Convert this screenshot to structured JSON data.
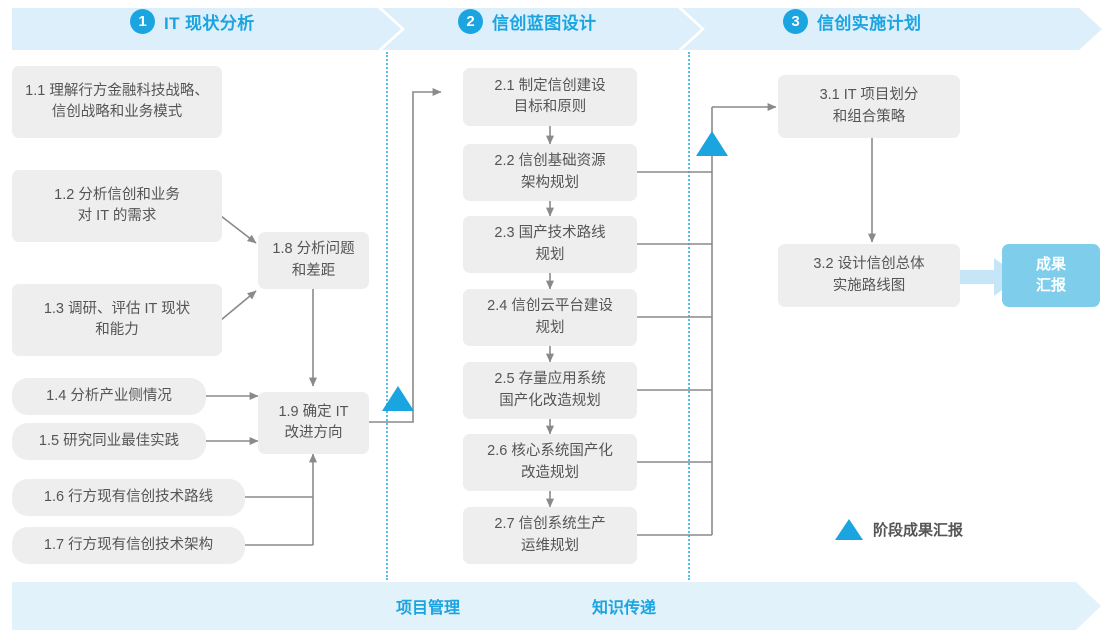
{
  "phases": [
    {
      "number": "1",
      "title": "IT 现状分析"
    },
    {
      "number": "2",
      "title": "信创蓝图设计"
    },
    {
      "number": "3",
      "title": "信创实施计划"
    }
  ],
  "phase1_inputs": [
    {
      "id": "1.1",
      "label": "1.1 理解行方金融科技战略、\n信创战略和业务模式"
    },
    {
      "id": "1.2",
      "label": "1.2 分析信创和业务\n对 IT 的需求"
    },
    {
      "id": "1.3",
      "label": "1.3 调研、评估 IT 现状\n和能力"
    },
    {
      "id": "1.4",
      "label": "1.4 分析产业侧情况"
    },
    {
      "id": "1.5",
      "label": "1.5 研究同业最佳实践"
    },
    {
      "id": "1.6",
      "label": "1.6 行方现有信创技术路线"
    },
    {
      "id": "1.7",
      "label": "1.7 行方现有信创技术架构"
    }
  ],
  "phase1_outputs": [
    {
      "id": "1.8",
      "label": "1.8 分析问题\n和差距"
    },
    {
      "id": "1.9",
      "label": "1.9 确定 IT\n改进方向"
    }
  ],
  "phase2_steps": [
    {
      "id": "2.1",
      "label": "2.1 制定信创建设\n目标和原则"
    },
    {
      "id": "2.2",
      "label": "2.2 信创基础资源\n架构规划"
    },
    {
      "id": "2.3",
      "label": "2.3 国产技术路线\n规划"
    },
    {
      "id": "2.4",
      "label": "2.4 信创云平台建设\n规划"
    },
    {
      "id": "2.5",
      "label": "2.5 存量应用系统\n国产化改造规划"
    },
    {
      "id": "2.6",
      "label": "2.6 核心系统国产化\n改造规划"
    },
    {
      "id": "2.7",
      "label": "2.7 信创系统生产\n运维规划"
    }
  ],
  "phase3_steps": [
    {
      "id": "3.1",
      "label": "3.1 IT 项目划分\n和组合策略"
    },
    {
      "id": "3.2",
      "label": "3.2 设计信创总体\n实施路线图"
    }
  ],
  "result": {
    "label": "成果\n汇报"
  },
  "legend": {
    "label": "阶段成果汇报",
    "marker": "triangle-marker"
  },
  "footer": {
    "items": [
      {
        "label": "项目管理"
      },
      {
        "label": "知识传递"
      }
    ]
  },
  "colors": {
    "accent": "#1aa4e0",
    "band_fill": "#ddeffb",
    "box_fill": "#eeeeee",
    "box_text": "#555555",
    "result_fill": "#7ecdeb",
    "connector": "#8a8a8a",
    "dotted": "#55bfe8",
    "footer_fill": "#e2f2fb",
    "result_arrow": "#c6e6f7"
  }
}
